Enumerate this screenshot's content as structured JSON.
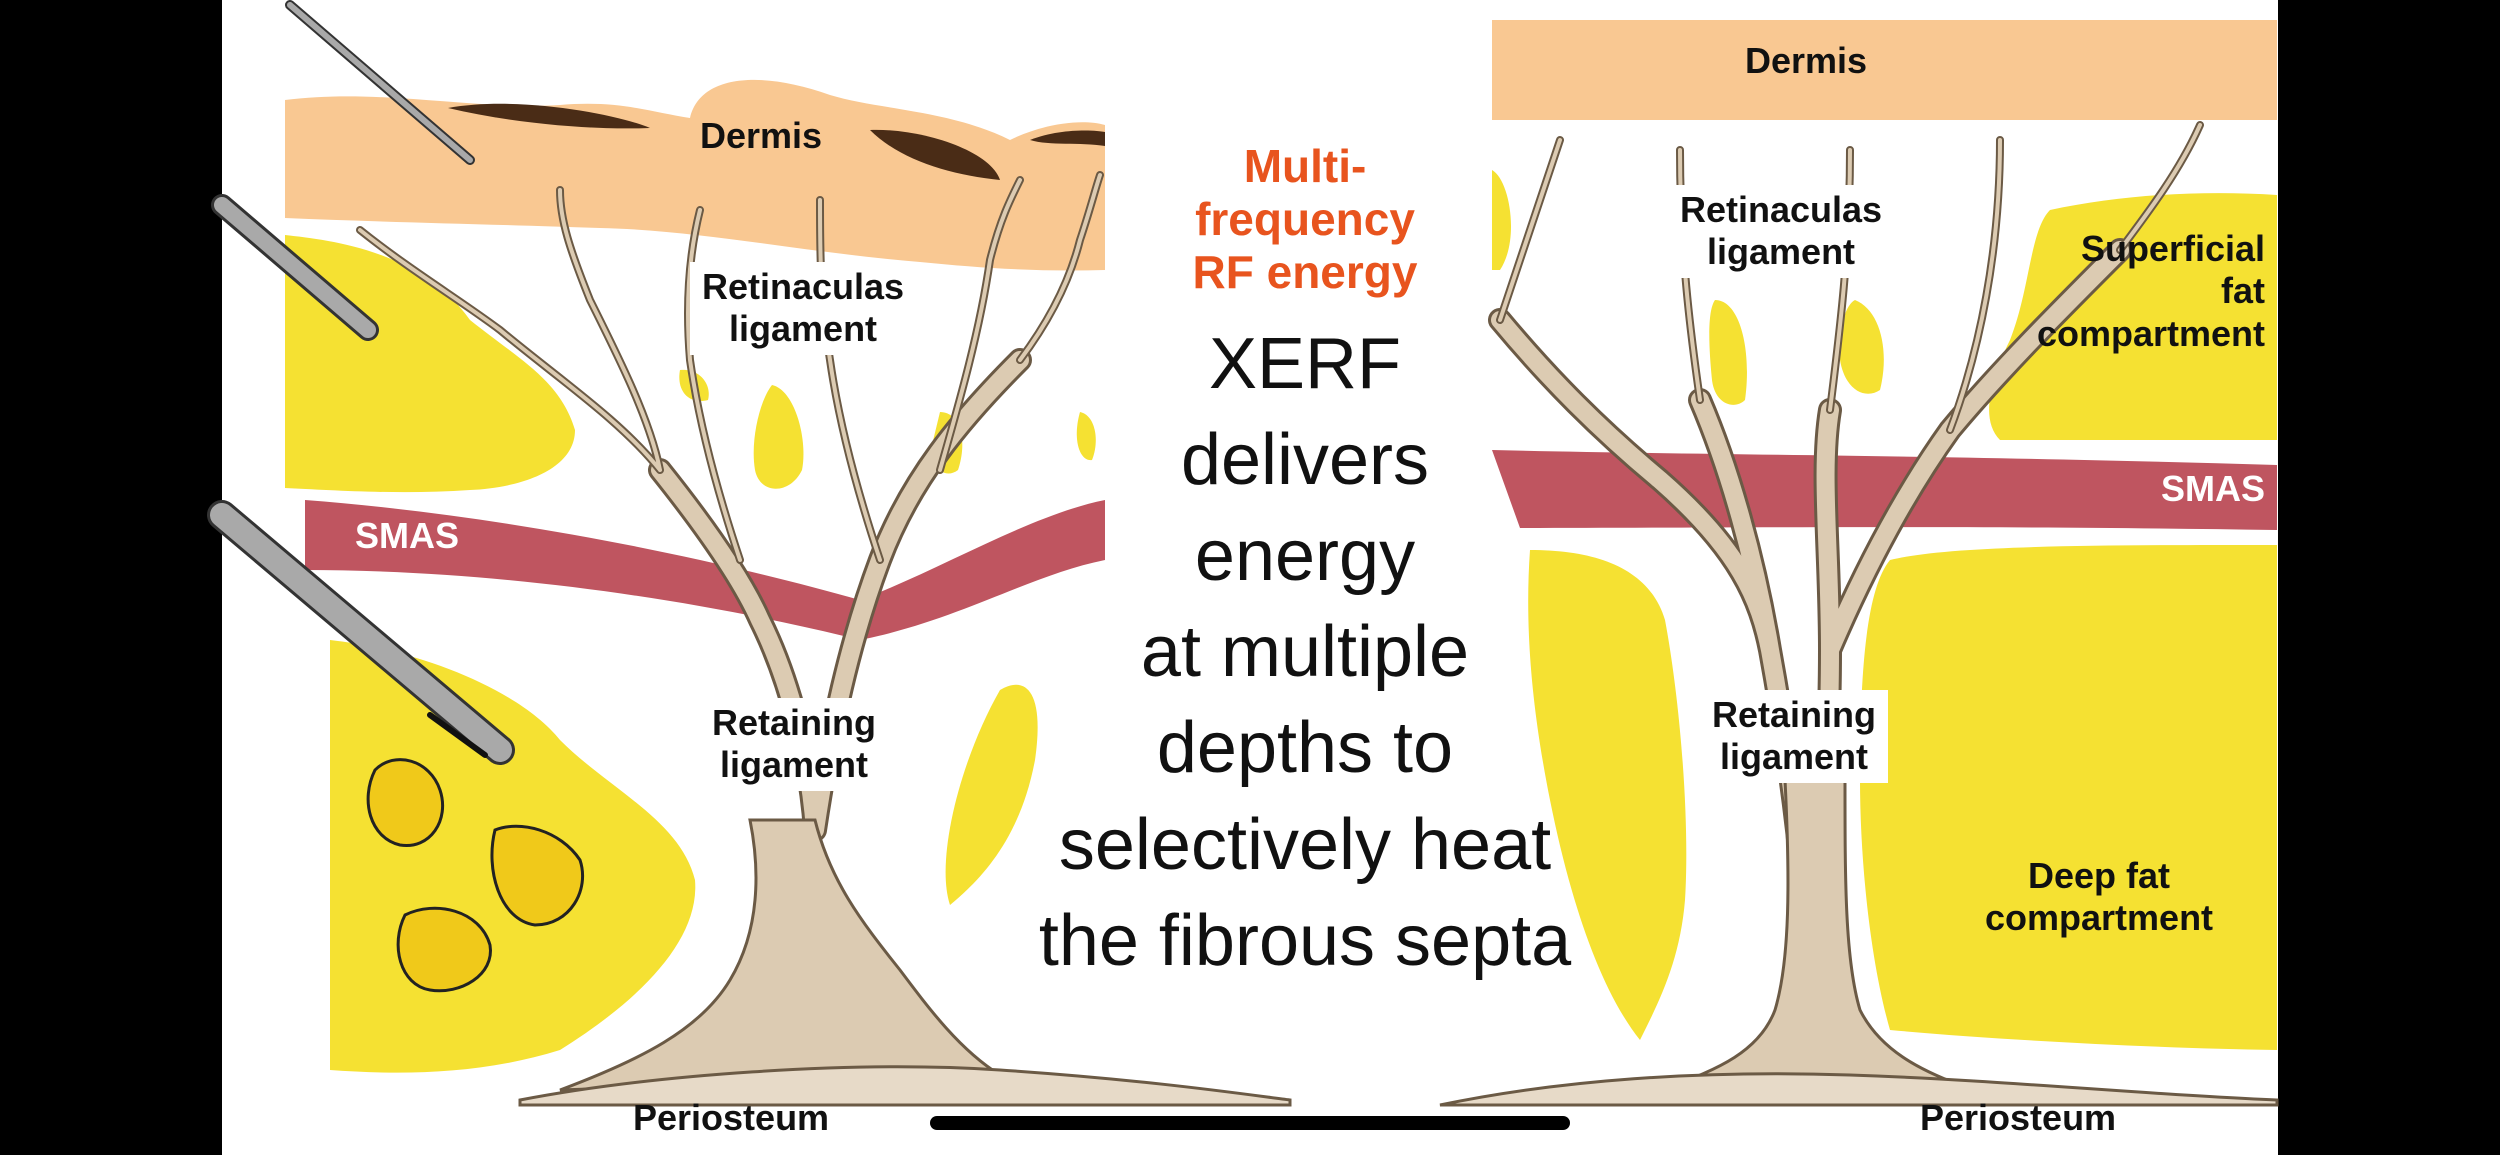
{
  "left_panel": {
    "dermis": "Dermis",
    "retinaculas_line1": "Retinaculas",
    "retinaculas_line2": "ligament",
    "smas": "SMAS",
    "retaining_line1": "Retaining",
    "retaining_line2": "ligament",
    "periosteum": "Periosteum"
  },
  "center": {
    "highlight_lines": [
      "Multi-",
      "frequency",
      "RF energy"
    ],
    "statement_lines": [
      "XERF",
      "delivers",
      "energy",
      "at multiple",
      "depths to",
      "selectively heat",
      "the fibrous septa"
    ]
  },
  "right_panel": {
    "dermis": "Dermis",
    "retinaculas_line1": "Retinaculas",
    "retinaculas_line2": "ligament",
    "superficial_line1": "Superficial",
    "superficial_line2": "fat",
    "superficial_line3": "compartment",
    "smas": "SMAS",
    "retaining_line1": "Retaining",
    "retaining_line2": "ligament",
    "deep_fat_line1": "Deep fat",
    "deep_fat_line2": "compartment",
    "periosteum": "Periosteum"
  },
  "colors": {
    "dermis": "#f9c892",
    "fat": "#f5e132",
    "smas": "#bf5560",
    "ligament": "#dccbb2",
    "highlight_text": "#e8541e",
    "needle": "#a9a9a9"
  }
}
